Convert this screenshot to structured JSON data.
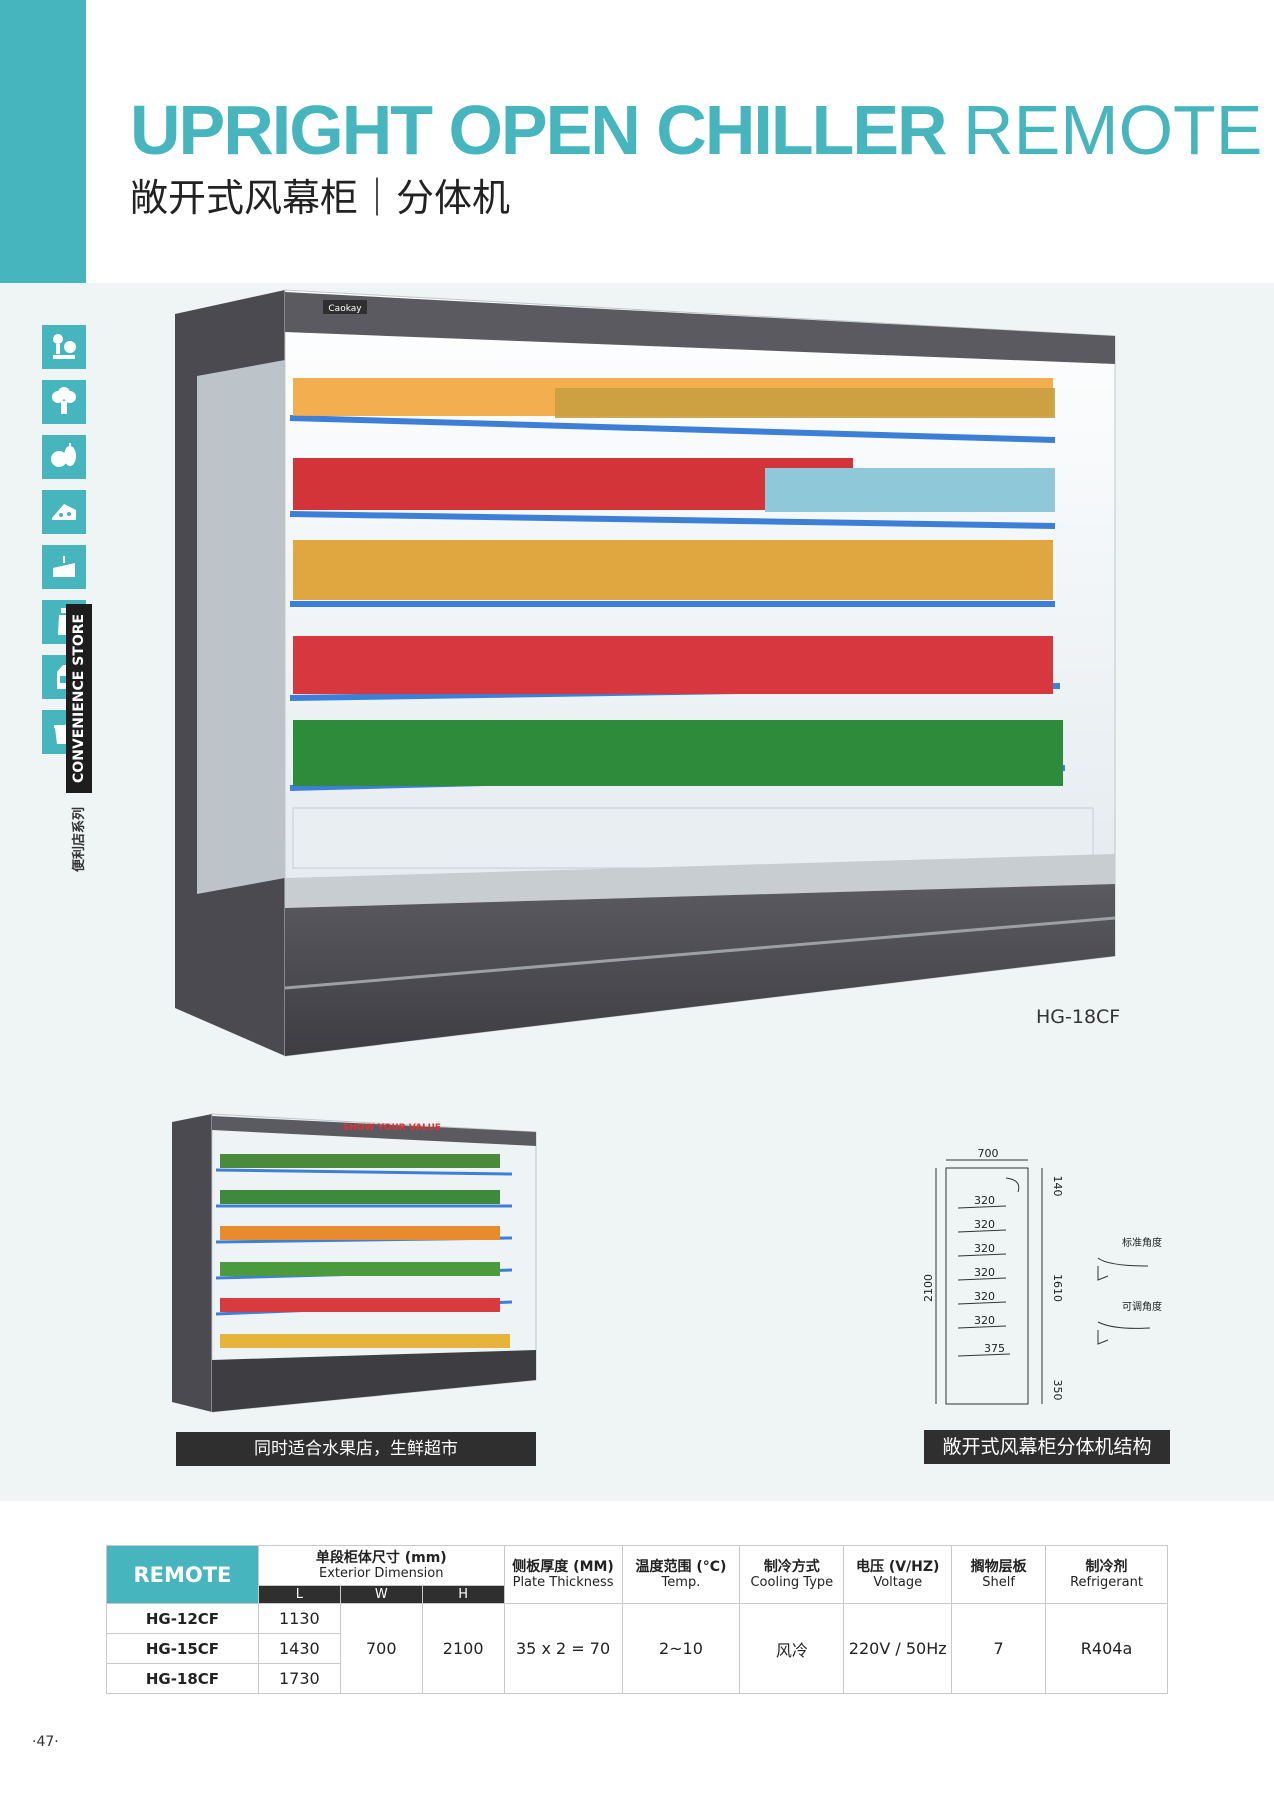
{
  "header": {
    "title_bold": "UPRIGHT OPEN CHILLER",
    "title_thin": "REMOTE",
    "subtitle": "敞开式风幕柜｜分体机"
  },
  "side": {
    "icons": [
      "vegetable-icon",
      "broccoli-icon",
      "fruit-icon",
      "cheese-icon",
      "cake-icon",
      "bottle-icon",
      "milk-carton-icon",
      "yogurt-icon"
    ],
    "category_en": "CONVENIENCE STORE",
    "category_cn": "便利店系列"
  },
  "main_photo": {
    "brand": "Caokay",
    "model": "HG-18CF"
  },
  "small_photo": {
    "banner": "SHOW YOUR VALUE",
    "caption": "同时适合水果店，生鲜超市"
  },
  "diagram": {
    "width": "700",
    "height": "2100",
    "inner": "1610",
    "top": "140",
    "bottom": "350",
    "shelves": [
      "320",
      "320",
      "320",
      "320",
      "320",
      "320",
      "375"
    ],
    "angle_std": "标准角度",
    "angle_adj": "可调角度",
    "caption": "敞开式风幕柜分体机结构"
  },
  "table": {
    "header": {
      "remote": "REMOTE",
      "dim_cn": "单段柜体尺寸 (mm)",
      "dim_en": "Exterior Dimension",
      "l": "L",
      "w": "W",
      "h": "H",
      "plate_cn": "侧板厚度 (MM)",
      "plate_en": "Plate Thickness",
      "temp_cn": "温度范围 (°C)",
      "temp_en": "Temp.",
      "cool_cn": "制冷方式",
      "cool_en": "Cooling Type",
      "volt_cn": "电压 (V/HZ)",
      "volt_en": "Voltage",
      "shelf_cn": "搁物层板",
      "shelf_en": "Shelf",
      "ref_cn": "制冷剂",
      "ref_en": "Refrigerant"
    },
    "rows": [
      {
        "model": "HG-12CF",
        "l": "1130"
      },
      {
        "model": "HG-15CF",
        "l": "1430"
      },
      {
        "model": "HG-18CF",
        "l": "1730"
      }
    ],
    "shared": {
      "w": "700",
      "h": "2100",
      "plate": "35 x 2 = 70",
      "temp": "2~10",
      "cooling": "风冷",
      "voltage": "220V / 50Hz",
      "shelf": "7",
      "refrigerant": "R404a"
    }
  },
  "footer": {
    "page_number": "·47·"
  }
}
